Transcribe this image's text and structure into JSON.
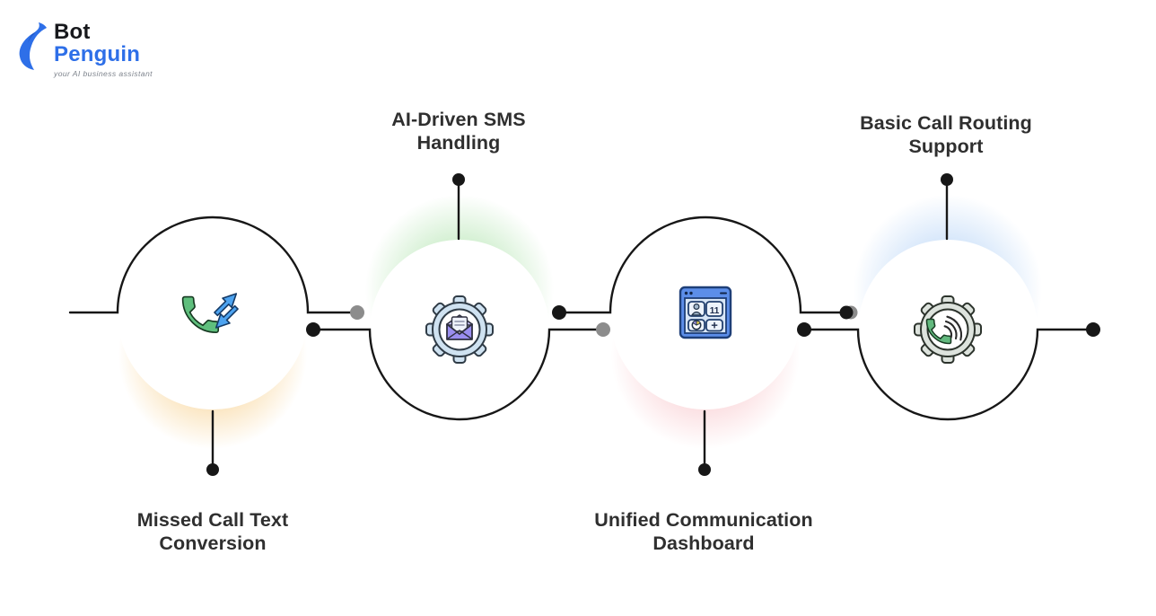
{
  "logo": {
    "bot": "Bot",
    "penguin": "Penguin",
    "tagline": "your AI business assistant",
    "brand_color": "#2e6fe8"
  },
  "features": [
    {
      "label": "Missed Call Text\nConversion",
      "label_position": "below",
      "icon": "phone-transfer-icon",
      "glow_color": "#f5c26b"
    },
    {
      "label": "AI-Driven SMS\nHandling",
      "label_position": "above",
      "icon": "gear-mail-icon",
      "glow_color": "#a3dfa0"
    },
    {
      "label": "Unified Communication\nDashboard",
      "label_position": "below",
      "icon": "dashboard-icon",
      "glow_color": "#f7b4ba",
      "tile_number": "11",
      "tile_plus": "+"
    },
    {
      "label": "Basic Call Routing\nSupport",
      "label_position": "above",
      "icon": "gear-phone-icon",
      "glow_color": "#a9ccf5"
    }
  ],
  "connectors": {
    "line_color": "#171717",
    "black_dot_color": "#171717",
    "gray_dot_color": "#8c8c8c"
  },
  "label_text_color": "#2f2f2f",
  "background_color": "#ffffff"
}
